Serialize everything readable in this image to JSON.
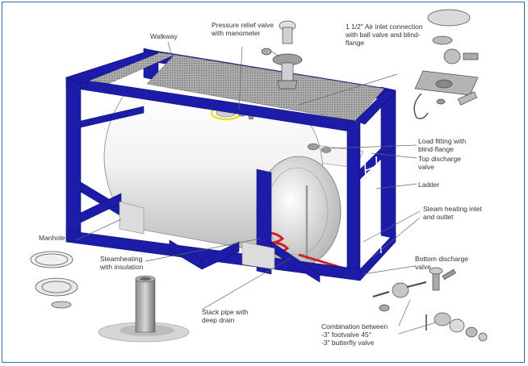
{
  "labels": {
    "walkway": "Walkway",
    "pressure_relief": "Pressure relief valve\nwith manometer",
    "air_inlet": "1 1/2\" Air inlet connection\nwith ball valve and blind-\nflange",
    "load_fitting": "Load fitting with\nblind-flange",
    "top_discharge": "Top discharge\nvalve",
    "ladder": "Ladder",
    "steam_inlet": "Steam heating inlet\nand outlet",
    "bottom_discharge": "Bottom discharge\nvalve",
    "manhole": "Manhole",
    "steamheating": "Steamheating\nwith insulation",
    "stack_pipe": "Stack pipe with\ndeep drain",
    "combination": "Combination between\n-3\" footvalve 45°\n-3\" butterfly valve"
  },
  "colors": {
    "frame": "#1c1ca8",
    "frame_dark": "#10107a",
    "tank": "#eeeeee",
    "heating": "#cc2222",
    "manhole_ring": "#e8e020",
    "border": "#3a6aa8"
  }
}
